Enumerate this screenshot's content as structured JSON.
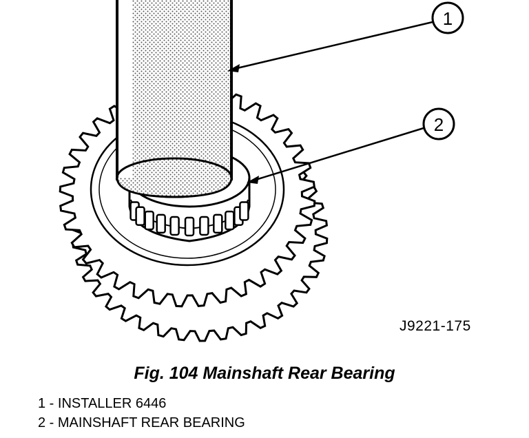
{
  "figure": {
    "id": "J9221-175",
    "callouts": [
      {
        "number": "1"
      },
      {
        "number": "2"
      }
    ]
  },
  "caption": "Fig. 104 Mainshaft Rear Bearing",
  "legend": [
    "1 - INSTALLER 6446",
    "2 - MAINSHAFT REAR BEARING"
  ]
}
